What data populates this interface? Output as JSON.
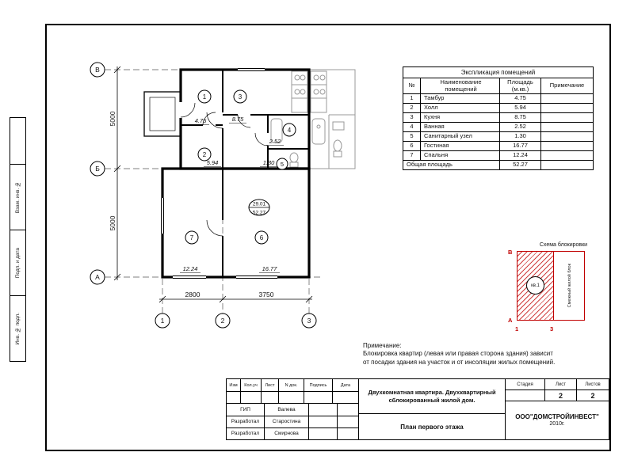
{
  "colors": {
    "red": "#c00000",
    "ink": "#111111"
  },
  "margin": {
    "items": [
      "Взам. инв. №",
      "Подп. и дата",
      "Инв. № подл."
    ]
  },
  "plan": {
    "axes_rows": [
      "В",
      "Б",
      "А"
    ],
    "axes_cols": [
      "1",
      "2",
      "3"
    ],
    "dims_vertical": [
      "5000",
      "5000"
    ],
    "dims_horizontal": [
      "2800",
      "3750"
    ],
    "room_numbers": [
      "1",
      "2",
      "3",
      "4",
      "5",
      "6",
      "7"
    ],
    "areas": {
      "tambur": "4.75",
      "hall": "5.94",
      "kitchen": "8.75",
      "bath": "2.52",
      "wc": "1.30",
      "living": "16.77",
      "bedroom": "12.24"
    },
    "area_stamp": {
      "upper": "29.01",
      "lower": "52.27"
    }
  },
  "table": {
    "title": "Экспликация помещений",
    "headers": [
      "№",
      "Наименование помещений",
      "Площадь (м.кв.)",
      "Примечание"
    ],
    "rows": [
      [
        "1",
        "Тамбур",
        "4.75"
      ],
      [
        "2",
        "Холл",
        "5.94"
      ],
      [
        "3",
        "Кухня",
        "8.75"
      ],
      [
        "4",
        "Ванная",
        "2.52"
      ],
      [
        "5",
        "Санитарный узел",
        "1.30"
      ],
      [
        "6",
        "Гостиная",
        "16.77"
      ],
      [
        "7",
        "Спальня",
        "12.24"
      ]
    ],
    "total": {
      "label": "Общая площадь",
      "value": "52.27"
    }
  },
  "blocking": {
    "title": "Схема блокировки",
    "unit_label": "кв.1",
    "adjacent_label": "Смежный жилой блок",
    "corner_top": "В",
    "corner_bottom": "А",
    "axis_left": "1",
    "axis_right": "3"
  },
  "note": {
    "title": "Примечание:",
    "line1": "Блокировка квартир (левая или правая сторона здания) зависит",
    "line2": "от посадки здания на участок и от инсоляции жилых помещений."
  },
  "titleblock": {
    "rev_headers": [
      "Изм",
      "Кол.уч",
      "Лист",
      "N док.",
      "Подпись",
      "Дата"
    ],
    "staff": [
      {
        "role": "ГИП",
        "name": "Валева"
      },
      {
        "role": "Разработал",
        "name": "Старостина"
      },
      {
        "role": "Разработал",
        "name": "Смирнова"
      }
    ],
    "project": "Двухкомнатная квартира. Двухквартирный сблокированный жилой дом.",
    "sheet_title": "План первого этажа",
    "stage_header": "Стадия",
    "sheet_header": "Лист",
    "sheets_header": "Листов",
    "stage": "",
    "sheet_num": "2",
    "sheets_total": "2",
    "company": "ООО\"ДОМСТРОЙИНВЕСТ\"",
    "year": "2010г."
  }
}
